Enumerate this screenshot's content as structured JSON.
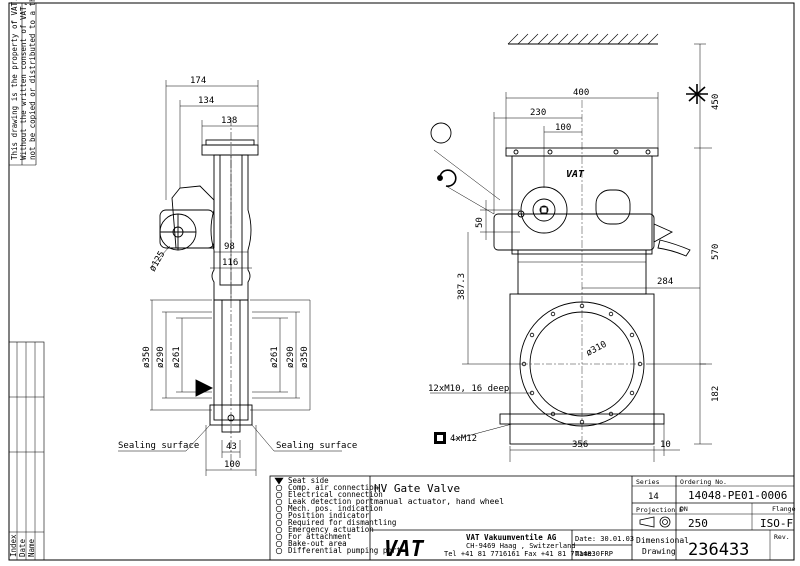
{
  "sidebar": {
    "notice_line1": "This drawing is the property of VAT.",
    "notice_line2": "Without the written consent of VAT, it must",
    "notice_line3": "not be copied or distributed to a third person",
    "rev_labels": [
      "Index",
      "Date",
      "Name"
    ]
  },
  "side_view": {
    "dims": {
      "d174": "174",
      "d134": "134",
      "d138": "138",
      "d98": "98",
      "d116": "116",
      "d125": "ø125",
      "d350l": "ø350",
      "d290l": "ø290",
      "d261l": "ø261",
      "d261r": "ø261",
      "d290r": "ø290",
      "d350r": "ø350",
      "d43": "43",
      "d100": "100"
    },
    "sealing_left": "Sealing surface",
    "sealing_right": "Sealing surface"
  },
  "front_view": {
    "dims": {
      "d400": "400",
      "d230": "230",
      "d100t": "100",
      "d450": "450",
      "d570": "570",
      "d50": "50",
      "d3873": "387.3",
      "d284": "284",
      "d310": "ø310",
      "d182": "182",
      "d356": "356",
      "d10": "10",
      "holes": "12xM10, 16 deep",
      "thread": "4xM12"
    }
  },
  "legend": [
    "Seat side",
    "Comp. air connection",
    "Electrical connection",
    "Leak detection port",
    "Mech. pos. indication",
    "Position indicator",
    "Required for dismantling",
    "Emergency actuation",
    "For attachment",
    "Bake-out area",
    "Differential pumping port"
  ],
  "title_block": {
    "title": "HV Gate Valve",
    "subtitle": "manual actuator, hand wheel",
    "company": "VAT Vakuumventile AG",
    "address": "CH-9469 Haag , Switzerland",
    "phone": "Tel +41 81 7716161 Fax +41 81 7714830",
    "logo": "VAT",
    "series_label": "Series",
    "series": "14",
    "ordering_label": "Ordering No.",
    "ordering": "14048-PE01-0006",
    "projection_label": "Projection E",
    "dn_label": "DN",
    "dn": "250",
    "flange_label": "Flange",
    "flange": "ISO-F",
    "date": "Date: 30.01.03",
    "name": "Name: FRP",
    "doc_type_1": "Dimensional",
    "doc_type_2": "Drawing",
    "drawing_no": "236433",
    "rev_label": "Rev."
  }
}
